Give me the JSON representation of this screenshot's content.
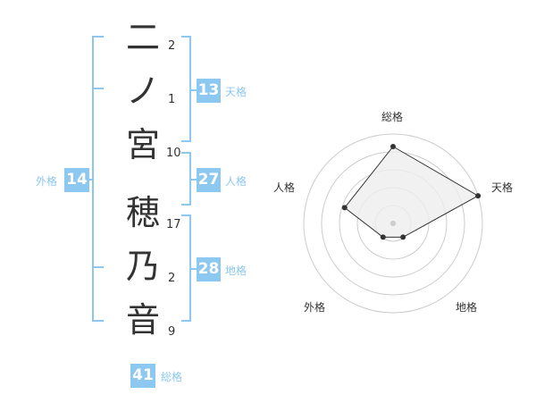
{
  "name": {
    "chars": [
      {
        "char": "二",
        "strokes": "2"
      },
      {
        "char": "ノ",
        "strokes": "1"
      },
      {
        "char": "宮",
        "strokes": "10"
      },
      {
        "char": "穂",
        "strokes": "17"
      },
      {
        "char": "乃",
        "strokes": "2"
      },
      {
        "char": "音",
        "strokes": "9"
      }
    ]
  },
  "fortunes": {
    "tenkaku": {
      "label": "天格",
      "value": "13"
    },
    "jinkaku": {
      "label": "人格",
      "value": "27"
    },
    "chikaku": {
      "label": "地格",
      "value": "28"
    },
    "gaikaku": {
      "label": "外格",
      "value": "14"
    },
    "soukaku": {
      "label": "総格",
      "value": "41"
    }
  },
  "radar": {
    "axes": [
      "総格",
      "天格",
      "地格",
      "外格",
      "人格"
    ],
    "values": [
      0.86,
      1.0,
      0.19,
      0.19,
      0.57
    ],
    "line_color": "#333333",
    "fill_color": "#eeeeee",
    "ring_color": "#cccccc",
    "center_color": "#cccccc"
  },
  "colors": {
    "accent": "#8cc8f0",
    "text": "#333333"
  }
}
